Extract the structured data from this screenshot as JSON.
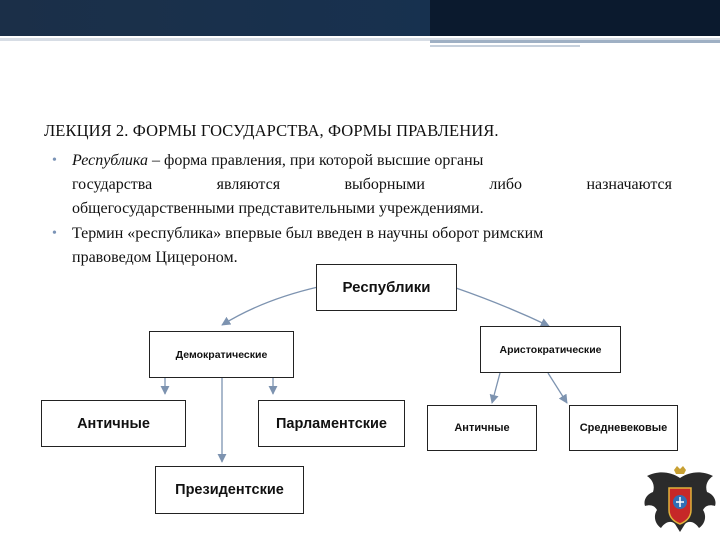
{
  "slide": {
    "title": "ЛЕКЦИЯ 2. ФОРМЫ ГОСУДАРСТВА, ФОРМЫ ПРАВЛЕНИЯ.",
    "bullet1": {
      "term": "Республика",
      "line1_rest": " – форма правления, при которой высшие органы",
      "line2_words": [
        "государства",
        "являются",
        "выборными",
        "либо",
        "назначаются"
      ],
      "line3": "общегосударственными представительными учреждениями."
    },
    "bullet2": {
      "line1": "Термин «республика» впервые был введен в научны оборот римским",
      "line2": "правоведом Цицероном."
    }
  },
  "diagram": {
    "root": "Республики",
    "democratic": "Демократические",
    "aristocratic": "Аристократические",
    "dem_ancient": "Античные",
    "dem_parliamentary": "Парламентские",
    "dem_presidential": "Президентские",
    "ari_ancient": "Античные",
    "ari_medieval": "Средневековые"
  },
  "colors": {
    "header": "#17314f",
    "bullet": "#7a93b6"
  },
  "icons": {
    "emblem": "double-headed-eagle-emblem"
  }
}
